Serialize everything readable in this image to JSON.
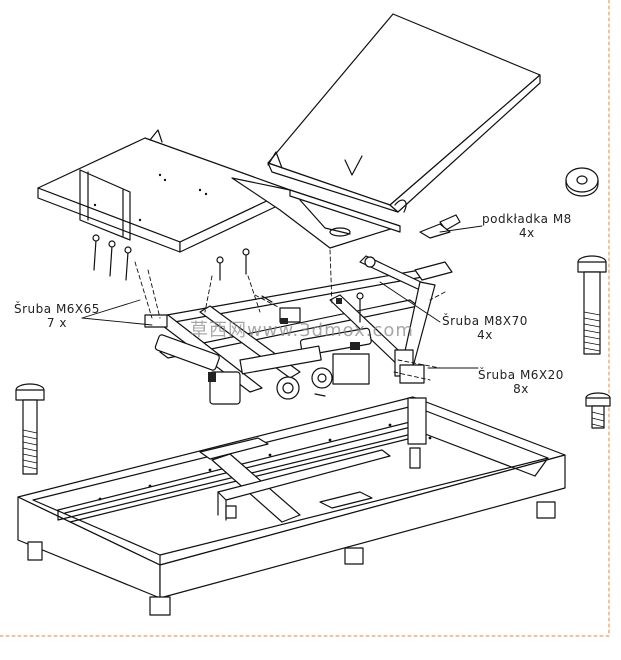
{
  "callouts": {
    "screw_m6x65": {
      "name": "Šruba M6X65",
      "qty": "7 x"
    },
    "washer_m8": {
      "name": "podkładka M8",
      "qty": "4x"
    },
    "screw_m8x70": {
      "name": "Šruba M8X70",
      "qty": "4x"
    },
    "screw_m6x20": {
      "name": "Šruba M6X20",
      "qty": "8x"
    }
  },
  "watermark": "草西网www.3dmox.com",
  "colors": {
    "line": "#111111",
    "frame_border": "#e08a3c",
    "watermark": "#8a8a8a"
  }
}
